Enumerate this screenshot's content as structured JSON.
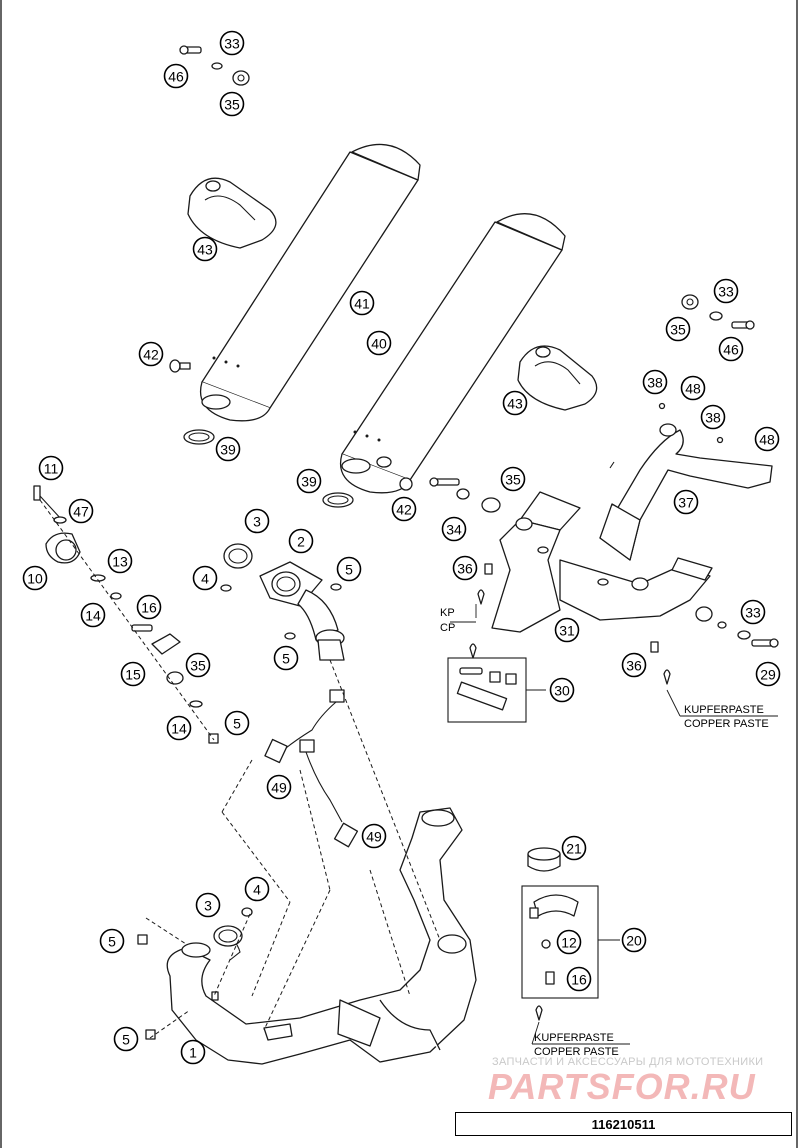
{
  "callouts": [
    {
      "id": "c-33a",
      "label": "33"
    },
    {
      "id": "c-46a",
      "label": "46"
    },
    {
      "id": "c-35a",
      "label": "35"
    },
    {
      "id": "c-43a",
      "label": "43"
    },
    {
      "id": "c-41",
      "label": "41"
    },
    {
      "id": "c-40",
      "label": "40"
    },
    {
      "id": "c-42a",
      "label": "42"
    },
    {
      "id": "c-39a",
      "label": "39"
    },
    {
      "id": "c-33b",
      "label": "33"
    },
    {
      "id": "c-35b",
      "label": "35"
    },
    {
      "id": "c-46b",
      "label": "46"
    },
    {
      "id": "c-43b",
      "label": "43"
    },
    {
      "id": "c-38a",
      "label": "38"
    },
    {
      "id": "c-48a",
      "label": "48"
    },
    {
      "id": "c-38b",
      "label": "38"
    },
    {
      "id": "c-48b",
      "label": "48"
    },
    {
      "id": "c-11",
      "label": "11"
    },
    {
      "id": "c-47",
      "label": "47"
    },
    {
      "id": "c-10",
      "label": "10"
    },
    {
      "id": "c-13",
      "label": "13"
    },
    {
      "id": "c-14a",
      "label": "14"
    },
    {
      "id": "c-16a",
      "label": "16"
    },
    {
      "id": "c-15",
      "label": "15"
    },
    {
      "id": "c-35c",
      "label": "35"
    },
    {
      "id": "c-14b",
      "label": "14"
    },
    {
      "id": "c-5c",
      "label": "5"
    },
    {
      "id": "c-3a",
      "label": "3"
    },
    {
      "id": "c-2",
      "label": "2"
    },
    {
      "id": "c-4a",
      "label": "4"
    },
    {
      "id": "c-5a",
      "label": "5"
    },
    {
      "id": "c-5b",
      "label": "5"
    },
    {
      "id": "c-39b",
      "label": "39"
    },
    {
      "id": "c-42b",
      "label": "42"
    },
    {
      "id": "c-35d",
      "label": "35"
    },
    {
      "id": "c-34",
      "label": "34"
    },
    {
      "id": "c-37",
      "label": "37"
    },
    {
      "id": "c-36a",
      "label": "36"
    },
    {
      "id": "c-31",
      "label": "31"
    },
    {
      "id": "c-33c",
      "label": "33"
    },
    {
      "id": "c-36b",
      "label": "36"
    },
    {
      "id": "c-29",
      "label": "29"
    },
    {
      "id": "c-30",
      "label": "30"
    },
    {
      "id": "c-49a",
      "label": "49"
    },
    {
      "id": "c-49b",
      "label": "49"
    },
    {
      "id": "c-21",
      "label": "21"
    },
    {
      "id": "c-20",
      "label": "20"
    },
    {
      "id": "c-12",
      "label": "12"
    },
    {
      "id": "c-16b",
      "label": "16"
    },
    {
      "id": "c-3b",
      "label": "3"
    },
    {
      "id": "c-4b",
      "label": "4"
    },
    {
      "id": "c-5d",
      "label": "5"
    },
    {
      "id": "c-5e",
      "label": "5"
    },
    {
      "id": "c-1",
      "label": "1"
    }
  ],
  "notes": {
    "kp_label": "KP",
    "cp_label": "CP",
    "kupferpaste_1": "KUPFERPASTE",
    "copper_paste_1": "COPPER PASTE",
    "kupferpaste_2": "KUPFERPASTE",
    "copper_paste_2": "COPPER PASTE"
  },
  "watermark": {
    "subtitle": "ЗАПЧАСТИ И АКСЕССУАРЫ ДЛЯ МОТОТЕХНИКИ",
    "logo": "PARTSFOR.RU"
  },
  "part_number": "116210511"
}
